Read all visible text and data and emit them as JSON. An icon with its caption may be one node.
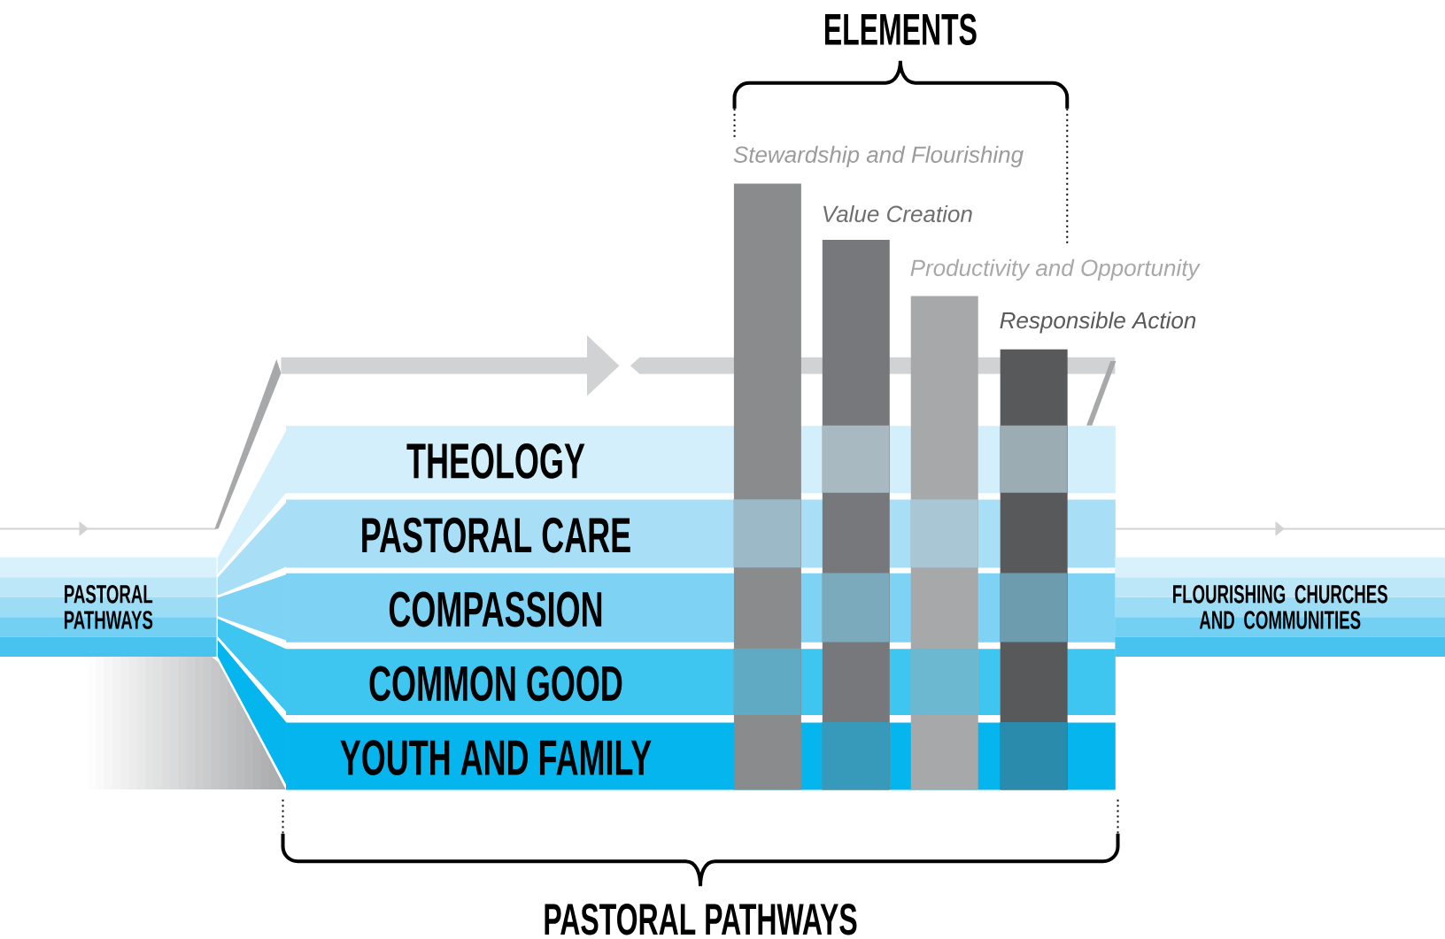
{
  "diagram": {
    "nodes": [
      {
        "text": [
          "PASTORAL PATHWAYS"
        ]
      },
      {
        "text": [
          "THEOLOGY"
        ]
      },
      {
        "text": [
          "PASTORAL CARE"
        ]
      },
      {
        "text": [
          "COMPASSION"
        ]
      },
      {
        "text": [
          "COMMON GOOD"
        ]
      },
      {
        "text": [
          "YOUTH AND FAMILY"
        ]
      },
      {
        "text": [
          "FLOURISHING CHURCHES AND COMMUNITIES"
        ]
      },
      {
        "text": [
          "Stewardship and Flourishing"
        ]
      },
      {
        "text": [
          "Value Creation"
        ]
      },
      {
        "text": [
          "Productivity and Opportunity"
        ]
      },
      {
        "text": [
          "Responsible Action"
        ]
      }
    ],
    "labels": [
      "ELEMENTS",
      "PASTORAL PATHWAYS"
    ]
  }
}
